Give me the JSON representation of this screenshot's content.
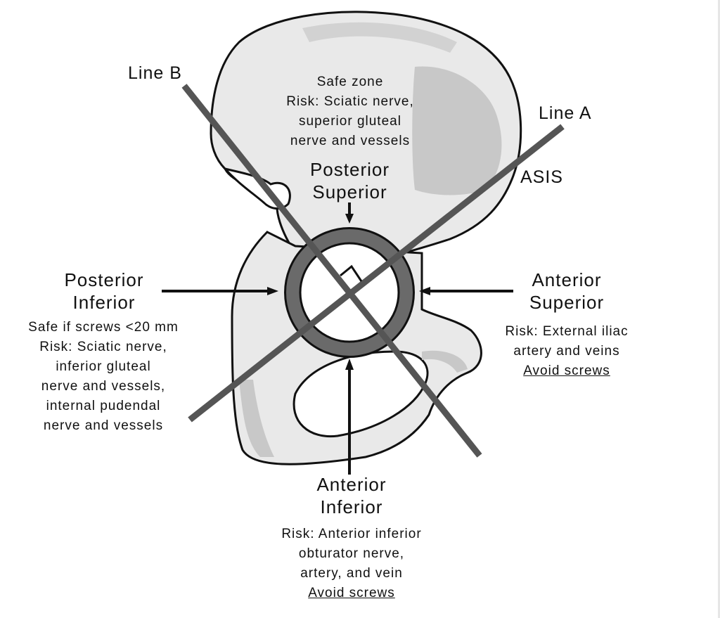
{
  "labels": {
    "line_b": "Line B",
    "line_a": "Line A",
    "asis": "ASIS"
  },
  "zones": {
    "top": {
      "lines": [
        "Safe zone",
        "Risk: Sciatic nerve,",
        "superior gluteal",
        "nerve and vessels"
      ]
    },
    "posterior_superior": {
      "title": [
        "Posterior",
        "Superior"
      ]
    },
    "posterior_inferior": {
      "title": [
        "Posterior",
        "Inferior"
      ],
      "lines": [
        "Safe if screws <20 mm",
        "Risk: Sciatic nerve,",
        "inferior gluteal",
        "nerve and vessels,",
        "internal pudendal",
        "nerve and vessels"
      ]
    },
    "anterior_superior": {
      "title": [
        "Anterior",
        "Superior"
      ],
      "lines": [
        "Risk: External iliac",
        "artery and veins"
      ],
      "warning": "Avoid screws"
    },
    "anterior_inferior": {
      "title": [
        "Anterior",
        "Inferior"
      ],
      "lines": [
        "Risk: Anterior inferior",
        "obturator nerve,",
        "artery, and vein"
      ],
      "warning": "Avoid screws"
    }
  },
  "colors": {
    "bone": "#e9e9e9",
    "bone_shade": "#c8c8c8",
    "outline": "#111111",
    "ring": "#6a6a6a",
    "line": "#555555"
  }
}
